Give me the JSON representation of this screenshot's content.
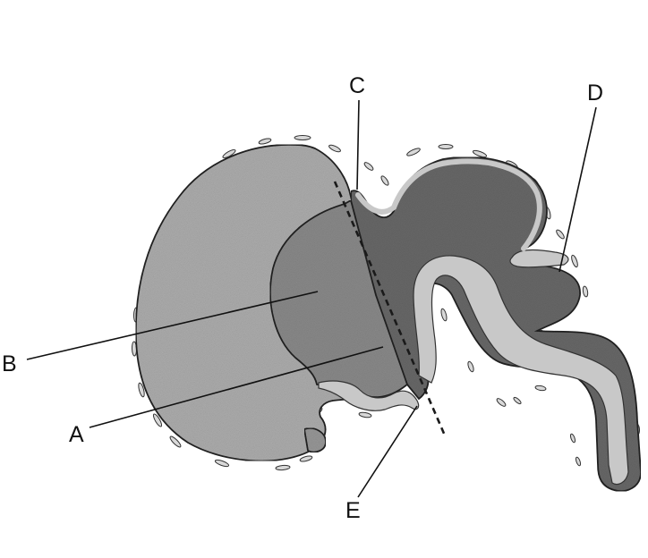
{
  "labels": {
    "A": "A",
    "B": "B",
    "C": "C",
    "D": "D",
    "E": "E"
  },
  "colors": {
    "tissue_dark": "#6e6e6e",
    "tissue_light": "#b4b4b4",
    "lumen": "#c6c6c6",
    "outline": "#222222",
    "background": "#ffffff"
  }
}
